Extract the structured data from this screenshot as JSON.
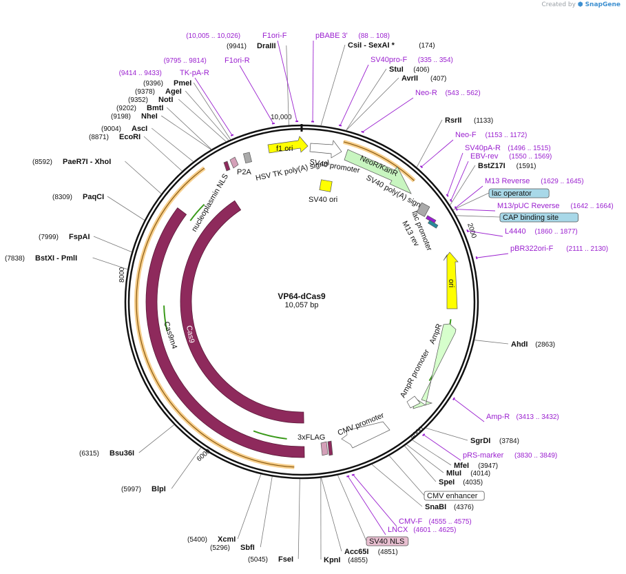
{
  "watermark": {
    "prefix": "Created by",
    "brand": "SnapGene"
  },
  "plasmid": {
    "name": "VP64-dCas9",
    "size_label": "10,057 bp",
    "length": 10057
  },
  "ticks": [
    "10,000",
    "2000",
    "4000",
    "6000",
    "8000"
  ],
  "enzymes": [
    {
      "name": "DraIII",
      "pos": "(9941)"
    },
    {
      "name": "CsiI - SexAI *",
      "pos": "(174)"
    },
    {
      "name": "StuI",
      "pos": "(406)"
    },
    {
      "name": "AvrII",
      "pos": "(407)"
    },
    {
      "name": "PmeI",
      "pos": "(9396)"
    },
    {
      "name": "AgeI",
      "pos": "(9378)"
    },
    {
      "name": "NotI",
      "pos": "(9352)"
    },
    {
      "name": "BmtI",
      "pos": "(9202)"
    },
    {
      "name": "NheI",
      "pos": "(9198)"
    },
    {
      "name": "AscI",
      "pos": "(9004)"
    },
    {
      "name": "EcoRI",
      "pos": "(8871)"
    },
    {
      "name": "PaeR7I - XhoI",
      "pos": "(8592)"
    },
    {
      "name": "PaqCI",
      "pos": "(8309)"
    },
    {
      "name": "FspAI",
      "pos": "(7999)"
    },
    {
      "name": "BstXI - PmlI",
      "pos": "(7838)"
    },
    {
      "name": "RsrII",
      "pos": "(1133)"
    },
    {
      "name": "BstZ17I",
      "pos": "(1591)"
    },
    {
      "name": "AhdI",
      "pos": "(2863)"
    },
    {
      "name": "SgrDI",
      "pos": "(3784)"
    },
    {
      "name": "MfeI",
      "pos": "(3947)"
    },
    {
      "name": "MluI",
      "pos": "(4014)"
    },
    {
      "name": "SpeI",
      "pos": "(4035)"
    },
    {
      "name": "SnaBI",
      "pos": "(4376)"
    },
    {
      "name": "Acc65I",
      "pos": "(4851)"
    },
    {
      "name": "KpnI",
      "pos": "(4855)"
    },
    {
      "name": "FseI",
      "pos": "(5045)"
    },
    {
      "name": "SbfI",
      "pos": "(5296)"
    },
    {
      "name": "XcmI",
      "pos": "(5400)"
    },
    {
      "name": "BlpI",
      "pos": "(5997)"
    },
    {
      "name": "Bsu36I",
      "pos": "(6315)"
    }
  ],
  "primers": [
    {
      "name": "F1ori-F",
      "range": "(10,005 .. 10,026)"
    },
    {
      "name": "pBABE 3'",
      "range": "(88 .. 108)"
    },
    {
      "name": "F1ori-R",
      "range": "(9795 .. 9814)"
    },
    {
      "name": "TK-pA-R",
      "range": "(9414 .. 9433)"
    },
    {
      "name": "SV40pro-F",
      "range": "(335 .. 354)"
    },
    {
      "name": "Neo-R",
      "range": "(543 .. 562)"
    },
    {
      "name": "Neo-F",
      "range": "(1153 .. 1172)"
    },
    {
      "name": "SV40pA-R",
      "range": "(1496 .. 1515)"
    },
    {
      "name": "EBV-rev",
      "range": "(1550 .. 1569)"
    },
    {
      "name": "M13 Reverse",
      "range": "(1629 .. 1645)"
    },
    {
      "name": "M13/pUC Reverse",
      "range": "(1642 .. 1664)"
    },
    {
      "name": "L4440",
      "range": "(1860 .. 1877)"
    },
    {
      "name": "pBR322ori-F",
      "range": "(2111 .. 2130)"
    },
    {
      "name": "Amp-R",
      "range": "(3413 .. 3432)"
    },
    {
      "name": "pRS-marker",
      "range": "(3830 .. 3849)"
    },
    {
      "name": "CMV-F",
      "range": "(4555 .. 4575)"
    },
    {
      "name": "LNCX",
      "range": "(4601 .. 4625)"
    }
  ],
  "boxed_features": [
    {
      "name": "lac operator"
    },
    {
      "name": "CAP binding site"
    },
    {
      "name": "CMV enhancer"
    },
    {
      "name": "SV40 NLS"
    }
  ],
  "features": [
    {
      "name": "f1 ori"
    },
    {
      "name": "SV40 promoter"
    },
    {
      "name": "NeoR/KanR"
    },
    {
      "name": "SV40 poly(A) signal"
    },
    {
      "name": "HSV TK poly(A) signal"
    },
    {
      "name": "SV40 ori"
    },
    {
      "name": "P2A"
    },
    {
      "name": "nucleoplasmin NLS"
    },
    {
      "name": "M13 rev"
    },
    {
      "name": "lac promoter"
    },
    {
      "name": "ori"
    },
    {
      "name": "AmpR"
    },
    {
      "name": "AmpR promoter"
    },
    {
      "name": "CMV promoter"
    },
    {
      "name": "3xFLAG"
    },
    {
      "name": "Cas9"
    },
    {
      "name": "Cas9m4"
    }
  ],
  "colors": {
    "backbone": "#111111",
    "cas9": "#8e2a5c",
    "ori": "#ffff00",
    "neo": "#c8f5c0",
    "ampr": "#d6ffcc",
    "primer": "#9a1fcf",
    "orange_arc": "#f0a830",
    "green_arc": "#3a9a1a",
    "box_fill": "#a8d8e8",
    "pink_box": "#e8bfd0"
  }
}
